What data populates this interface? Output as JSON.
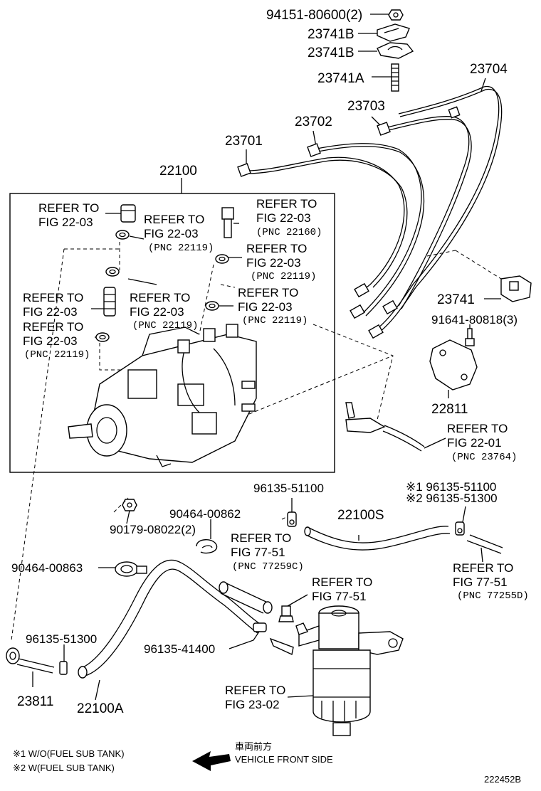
{
  "labels": {
    "p94151": "94151-80600(2)",
    "p23741b_1": "23741B",
    "p23741b_2": "23741B",
    "p23741a": "23741A",
    "p23704": "23704",
    "p23703": "23703",
    "p23702": "23702",
    "p23701": "23701",
    "p22100": "22100",
    "p23741": "23741",
    "p91641": "91641-80818(3)",
    "p22811": "22811",
    "p96135_51100": "96135-51100",
    "p22100s": "22100S",
    "p90464_00862": "90464-00862",
    "p90179": "90179-08022(2)",
    "p90464_00863": "90464-00863",
    "p96135_51300": "96135-51300",
    "p96135_41400": "96135-41400",
    "p23811": "23811",
    "p22100a": "22100A",
    "note1_code": "※1 96135-51100",
    "note2_code": "※2 96135-51300",
    "footnote1": "※1 W/O(FUEL SUB TANK)",
    "footnote2": "※2 W(FUEL SUB TANK)",
    "direction_jp": "車両前方",
    "direction_en": "VEHICLE FRONT SIDE",
    "diagram_id": "222452B"
  },
  "refs": [
    {
      "line1": "REFER TO",
      "line2": "FIG 22-03",
      "pnc": ""
    },
    {
      "line1": "REFER TO",
      "line2": "FIG 22-03",
      "pnc": "(PNC 22160)"
    },
    {
      "line1": "REFER TO",
      "line2": "FIG 22-03",
      "pnc": "(PNC 22119)"
    },
    {
      "line1": "REFER TO",
      "line2": "FIG 22-03",
      "pnc": "(PNC 22119)"
    },
    {
      "line1": "REFER TO",
      "line2": "FIG 22-03",
      "pnc": "(PNC 22119)"
    },
    {
      "line1": "REFER TO",
      "line2": "FIG 22-03",
      "pnc": ""
    },
    {
      "line1": "REFER TO",
      "line2": "FIG 22-03",
      "pnc": "(PNC 22119)"
    },
    {
      "line1": "REFER TO",
      "line2": "FIG 22-03",
      "pnc": "(PNC 22119)"
    },
    {
      "line1": "REFER TO",
      "line2": "FIG 22-01",
      "pnc": "(PNC 23764)"
    },
    {
      "line1": "REFER TO",
      "line2": "FIG 77-51",
      "pnc": "(PNC 77259C)"
    },
    {
      "line1": "REFER TO",
      "line2": "FIG 77-51",
      "pnc": ""
    },
    {
      "line1": "REFER TO",
      "line2": "FIG 77-51",
      "pnc": "(PNC 77255D)"
    },
    {
      "line1": "REFER TO",
      "line2": "FIG 23-02",
      "pnc": ""
    }
  ]
}
